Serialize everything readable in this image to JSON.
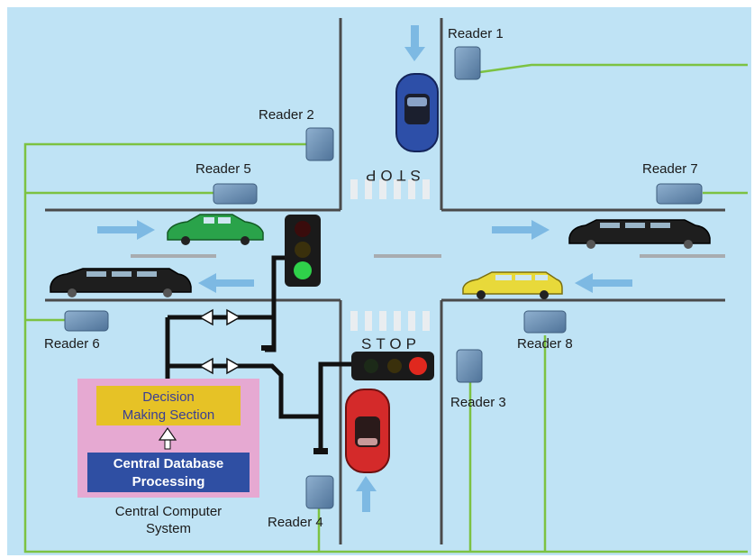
{
  "readers": {
    "r1": "Reader 1",
    "r2": "Reader 2",
    "r3": "Reader 3",
    "r4": "Reader 4",
    "r5": "Reader 5",
    "r6": "Reader 6",
    "r7": "Reader 7",
    "r8": "Reader 8"
  },
  "stop_top": "STOP",
  "stop_bottom": "STOP",
  "decision_line1": "Decision",
  "decision_line2": "Making Section",
  "database_line1": "Central Database",
  "database_line2": "Processing",
  "system_line1": "Central Computer",
  "system_line2": "System",
  "colors": {
    "background": "#bfe3f5",
    "road_line": "#4a4a4a",
    "wire": "#7cc242",
    "reader": "#5d83a8",
    "arrow": "#7db9e3",
    "system_box": "#e6a9d2",
    "decision_box": "#e6c226",
    "database_box": "#2f4fa3"
  }
}
